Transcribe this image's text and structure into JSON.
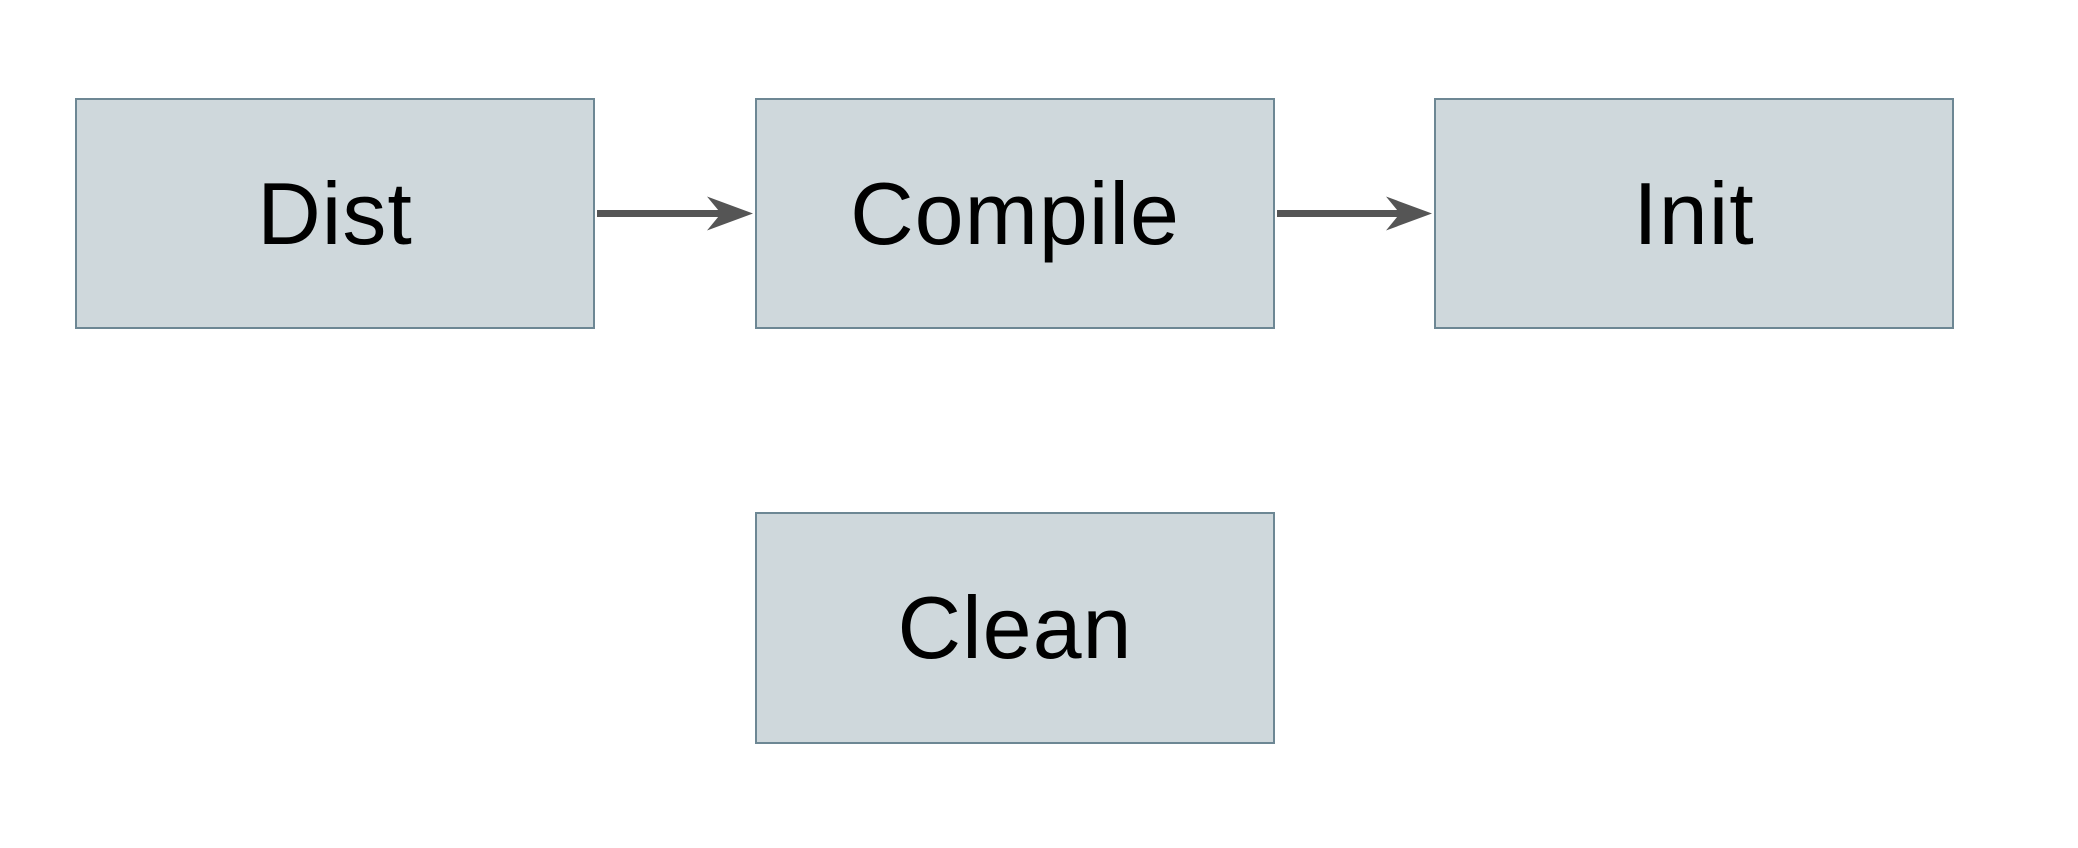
{
  "diagram": {
    "nodes": [
      {
        "id": "dist",
        "label": "Dist"
      },
      {
        "id": "compile",
        "label": "Compile"
      },
      {
        "id": "init",
        "label": "Init"
      },
      {
        "id": "clean",
        "label": "Clean"
      }
    ],
    "edges": [
      {
        "from": "dist",
        "to": "compile"
      },
      {
        "from": "compile",
        "to": "init"
      }
    ],
    "colors": {
      "background": "#ffffff",
      "node_fill": "#cfd8dc",
      "node_border": "#6d8794",
      "arrow": "#555555",
      "text": "#000000"
    }
  }
}
